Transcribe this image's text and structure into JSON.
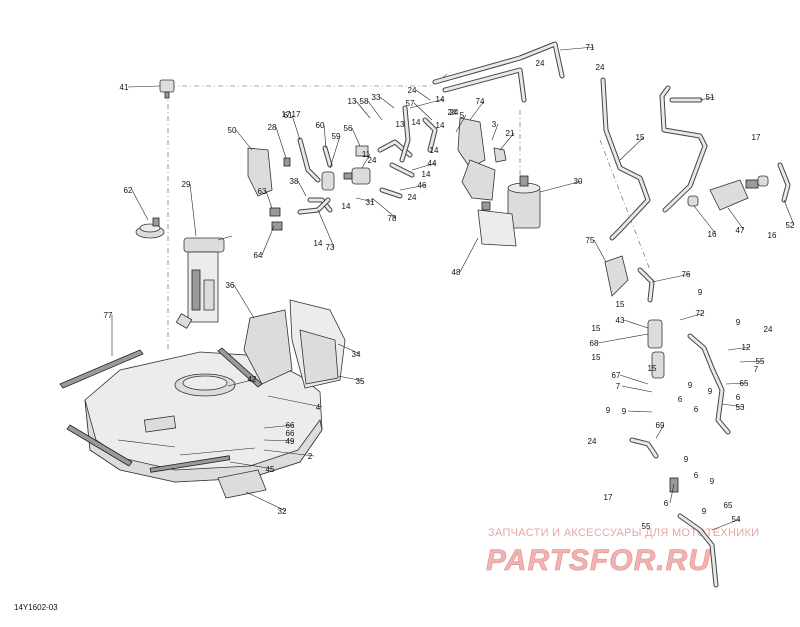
{
  "diagram": {
    "reference_code": "14Y1602-03",
    "watermark": {
      "tagline": "ЗАПЧАСТИ И АКСЕССУАРЫ ДЛЯ МОТОТЕХНИКИ",
      "brand": "PARTSFOR.RU"
    },
    "callouts": {
      "c2": "2",
      "c3": "3",
      "c4": "4",
      "c5": "5",
      "c6": "6",
      "c7": "7",
      "c9": "9",
      "c11": "11",
      "c12": "12",
      "c13": "13",
      "c14": "14",
      "c15": "15",
      "c16": "16",
      "c17": "17",
      "c21": "21",
      "c24": "24",
      "c28": "28",
      "c29": "29",
      "c30": "30",
      "c31": "31",
      "c32": "32",
      "c33": "33",
      "c34": "34",
      "c35": "35",
      "c36": "36",
      "c38": "38",
      "c41": "41",
      "c42": "42",
      "c43": "43",
      "c44": "44",
      "c45": "45",
      "c46": "46",
      "c47": "47",
      "c48": "48",
      "c49": "49",
      "c50": "50",
      "c51": "51",
      "c52": "52",
      "c53": "53",
      "c54": "54",
      "c55": "55",
      "c56": "56",
      "c57": "57",
      "c58": "58",
      "c59": "59",
      "c60": "60",
      "c61": "61",
      "c62": "62",
      "c63": "63",
      "c64": "64",
      "c65": "65",
      "c66": "66",
      "c67": "67",
      "c68": "68",
      "c69": "69",
      "c71": "71",
      "c72": "72",
      "c73": "73",
      "c74": "74",
      "c75": "75",
      "c76": "76",
      "c77": "77",
      "c78": "78"
    }
  }
}
